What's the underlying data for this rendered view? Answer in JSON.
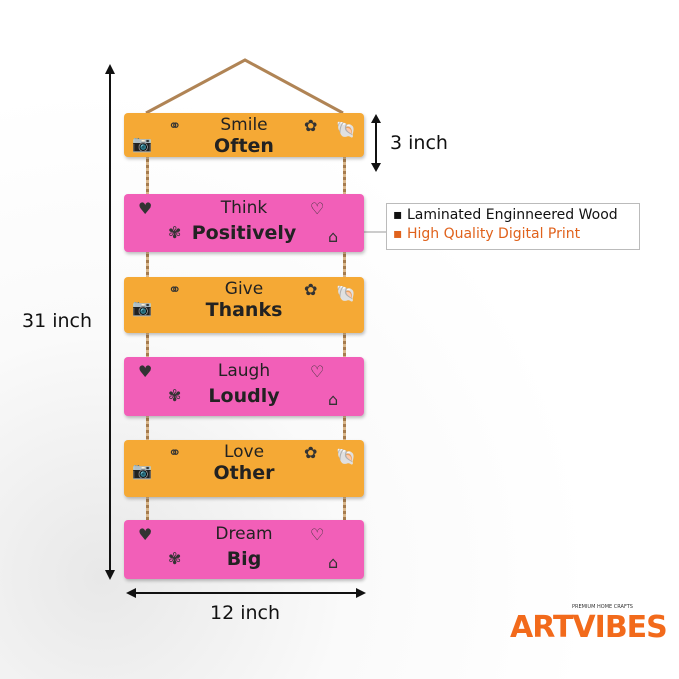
{
  "boards": [
    {
      "line1": "Smile",
      "line2": "Often",
      "color": "#f5a935"
    },
    {
      "line1": "Think",
      "line2": "Positively",
      "color": "#f25fb8"
    },
    {
      "line1": "Give",
      "line2": "Thanks",
      "color": "#f5a935"
    },
    {
      "line1": "Laugh",
      "line2": "Loudly",
      "color": "#f25fb8"
    },
    {
      "line1": "Love",
      "line2": "Other",
      "color": "#f5a935"
    },
    {
      "line1": "Dream",
      "line2": "Big",
      "color": "#f25fb8"
    }
  ],
  "dimensions": {
    "height": "31 inch",
    "width": "12 inch",
    "board_height": "3 inch"
  },
  "features": [
    {
      "text": "Laminated Enginneered Wood",
      "color": "#111111"
    },
    {
      "text": "High Quality Digital Print",
      "color": "#e0621c"
    }
  ],
  "brand": {
    "name": "ARTVIBES",
    "tagline": "PREMIUM HOME CRAFTS",
    "color": "#f26a1b"
  }
}
